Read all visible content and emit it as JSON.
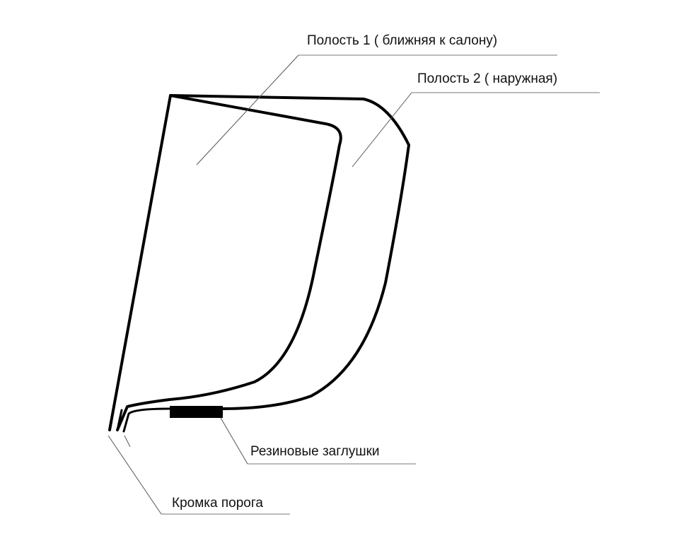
{
  "labels": {
    "cavity1": "Полость 1  ( ближняя к салону)",
    "cavity2": "Полость 2 ( наружная)",
    "plugs": "Резиновые заглушки",
    "sill_edge": "Кромка порога"
  },
  "colors": {
    "line": "#000000",
    "leader": "#555555",
    "background": "#ffffff"
  }
}
